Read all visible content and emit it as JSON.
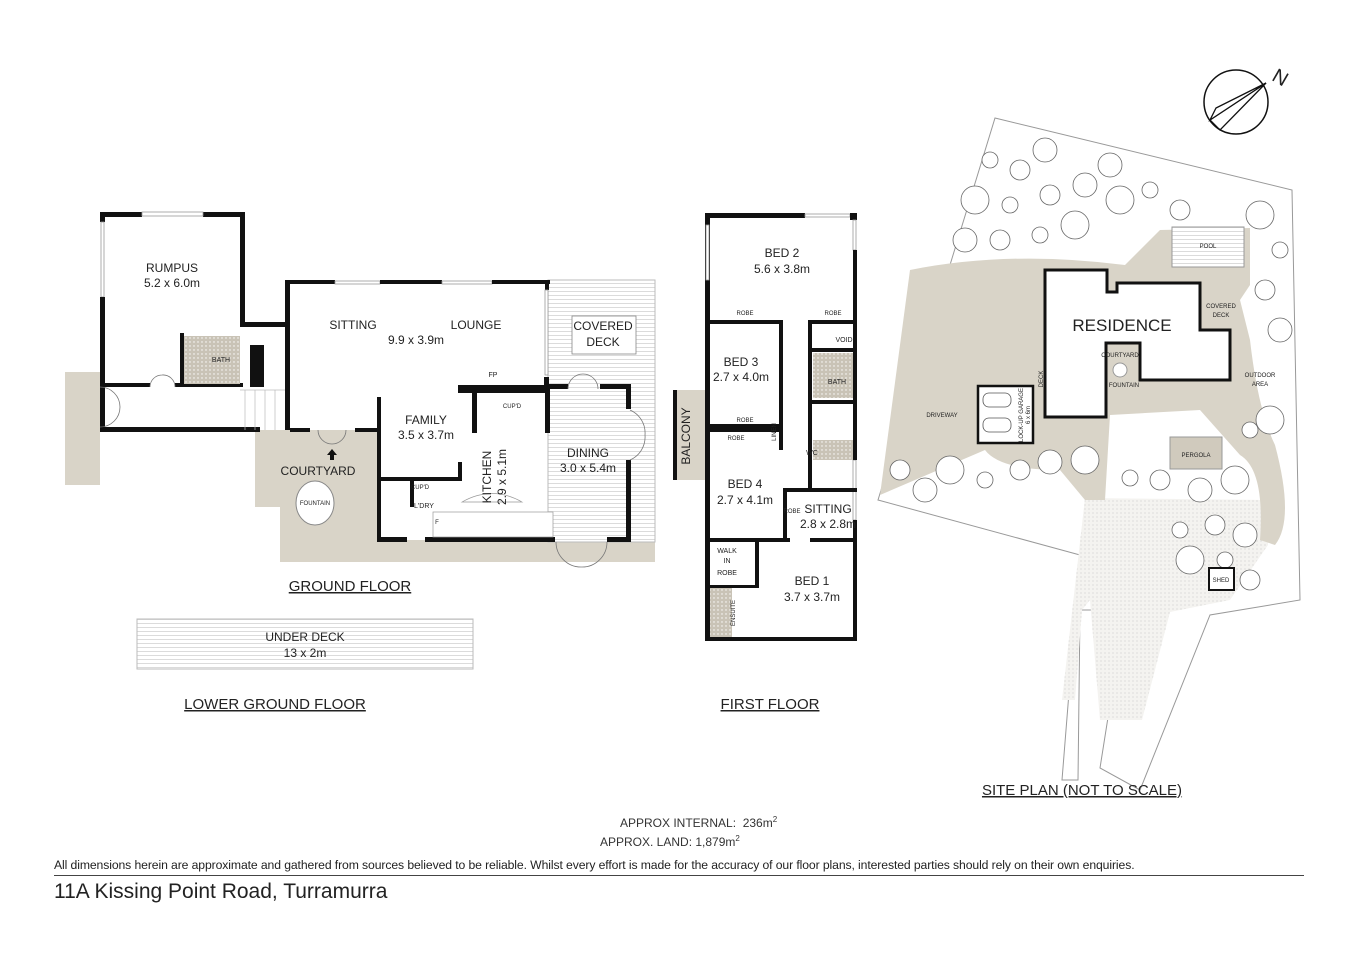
{
  "ground_floor": {
    "title": "GROUND FLOOR",
    "rooms": [
      {
        "name": "RUMPUS",
        "size": "5.2 x 6.0m"
      },
      {
        "name": "SITTING",
        "size": ""
      },
      {
        "name": "LOUNGE",
        "size": "9.9 x 3.9m"
      },
      {
        "name": "COVERED",
        "size": "DECK"
      },
      {
        "name": "FAMILY",
        "size": "3.5 x 3.7m"
      },
      {
        "name": "KITCHEN",
        "size": "2.9 x 5.1m"
      },
      {
        "name": "DINING",
        "size": "3.0 x 5.4m"
      },
      {
        "name": "COURTYARD",
        "size": ""
      }
    ],
    "small_labels": {
      "bath": "BATH",
      "fp": "FP",
      "cupd1": "CUP'D",
      "cupd2": "CUP'D",
      "laundry": "L'DRY",
      "fridge": "F",
      "fountain": "FOUNTAIN"
    }
  },
  "lower_ground_floor": {
    "title": "LOWER GROUND FLOOR",
    "room": {
      "name": "UNDER DECK",
      "size": "13 x 2m"
    }
  },
  "first_floor": {
    "title": "FIRST FLOOR",
    "rooms": [
      {
        "name": "BED 2",
        "size": "5.6 x 3.8m"
      },
      {
        "name": "BED 3",
        "size": "2.7 x 4.0m"
      },
      {
        "name": "BED 4",
        "size": "2.7 x 4.1m"
      },
      {
        "name": "SITTING",
        "size": "2.8 x 2.8m"
      },
      {
        "name": "BED 1",
        "size": "3.7 x 3.7m"
      }
    ],
    "small_labels": {
      "robe1": "ROBE",
      "robe2": "ROBE",
      "robe3": "ROBE",
      "robe4": "ROBE",
      "robe5": "ROBE",
      "void": "VOID",
      "bath": "BATH",
      "linen": "LINEN",
      "wc": "WC",
      "balcony": "BALCONY",
      "walkin1": "WALK",
      "walkin2": "IN",
      "walkin3": "ROBE",
      "ensuite": "ENSUITE"
    }
  },
  "site_plan": {
    "title": "SITE PLAN (NOT TO SCALE)",
    "labels": {
      "residence": "RESIDENCE",
      "pool": "POOL",
      "covered1": "COVERED",
      "covered2": "DECK",
      "courtyard": "COURTYARD",
      "fountain": "FOUNTAIN",
      "outdoor1": "OUTDOOR",
      "outdoor2": "AREA",
      "driveway": "DRIVEWAY",
      "deck": "DECK",
      "garage1": "LOCK-UP GARAGE",
      "garage2": "6 x 6m",
      "pergola": "PERGOLA",
      "shed": "SHED"
    },
    "compass": "N"
  },
  "area": {
    "internal_label": "APPROX INTERNAL:",
    "internal_value": "236m",
    "land_label": "APPROX. LAND:",
    "land_value": "1,879m",
    "unit_power": "2"
  },
  "disclaimer": "All dimensions herein are approximate and gathered from sources believed to be reliable. Whilst every effort is made for the accuracy of our floor plans, interested parties should rely on their own enquiries.",
  "address": "11A Kissing Point Road, Turramurra",
  "colors": {
    "wall": "#111111",
    "paving": "#d9d4c8",
    "wet_area": "#bdb6a8"
  }
}
